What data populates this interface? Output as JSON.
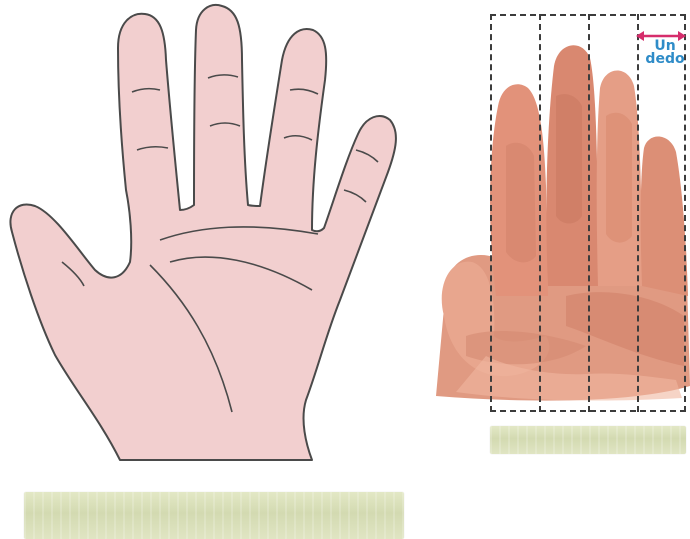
{
  "figure": {
    "outline_hand": {
      "icon": "open-hand-outline-icon",
      "fill_color": "#f2cfcf",
      "line_color": "#4a4a4a"
    },
    "photo_hand": {
      "icon": "hand-measuring-four-fingers-icon",
      "skin_color": "#e2927a"
    },
    "guide": {
      "top_label_fragment": "",
      "measure_label": "Un dedo",
      "arrow_color": "#d62d6c",
      "label_color": "#2f8cc8"
    },
    "strips": {
      "small": {
        "role": "strip-one-hand-width",
        "color": "#dde3bd"
      },
      "large": {
        "role": "strip-long",
        "color": "#dde3bd"
      }
    }
  }
}
